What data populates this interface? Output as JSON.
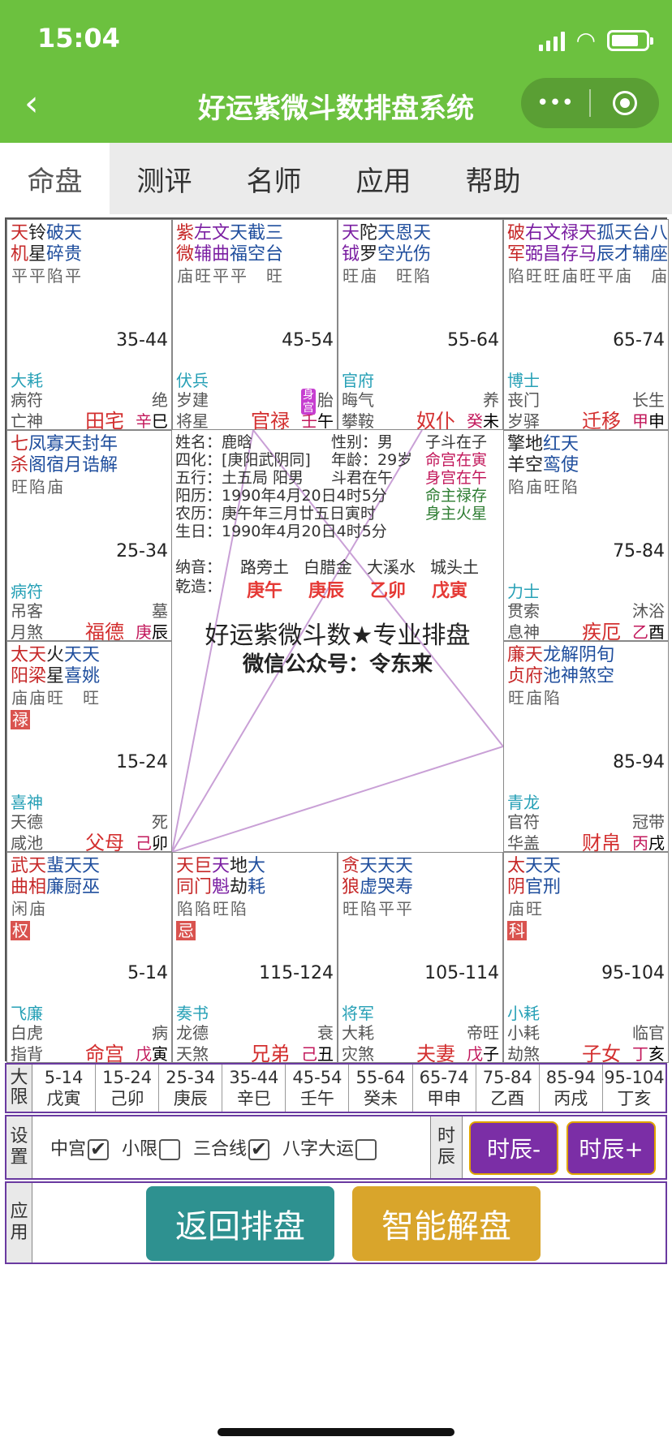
{
  "status": {
    "time": "15:04"
  },
  "nav": {
    "title": "好运紫微斗数排盘系统",
    "more_icon": "more-dots-icon",
    "target_icon": "target-icon"
  },
  "tabs": [
    {
      "label": "命盘"
    },
    {
      "label": "测评"
    },
    {
      "label": "名师"
    },
    {
      "label": "应用"
    },
    {
      "label": "帮助"
    }
  ],
  "palaces": [
    {
      "age": "35-44",
      "god1": "大耗",
      "god2": "病符",
      "god3": "亡神",
      "change": "绝",
      "name": "田宅",
      "stem": "辛",
      "branch": "巳",
      "stars": [
        {
          "t": "天机",
          "b": "平",
          "c": "red"
        },
        {
          "t": "铃星",
          "b": "平",
          "c": "black"
        },
        {
          "t": "破碎",
          "b": "陷",
          "c": "blue"
        },
        {
          "t": "天贵",
          "b": "平",
          "c": "blue"
        }
      ]
    },
    {
      "age": "45-54",
      "god1": "伏兵",
      "god2": "岁建",
      "god3": "将星",
      "change": "胎",
      "name": "官禄",
      "stem": "壬",
      "branch": "午",
      "stars": [
        {
          "t": "紫微",
          "b": "庙",
          "c": "red"
        },
        {
          "t": "左辅",
          "b": "旺",
          "c": "purple"
        },
        {
          "t": "文曲",
          "b": "平",
          "c": "purple"
        },
        {
          "t": "天福",
          "b": "平",
          "c": "blue"
        },
        {
          "t": "截空",
          "b": "",
          "c": "blue"
        },
        {
          "t": "三台",
          "b": "旺",
          "c": "blue"
        }
      ]
    },
    {
      "age": "55-64",
      "god1": "官府",
      "god2": "晦气",
      "god3": "攀鞍",
      "change": "养",
      "name": "奴仆",
      "stem": "癸",
      "branch": "未",
      "stars": [
        {
          "t": "天钺",
          "b": "旺",
          "c": "purple"
        },
        {
          "t": "陀罗",
          "b": "庙",
          "c": "black"
        },
        {
          "t": "天空",
          "b": "",
          "c": "blue"
        },
        {
          "t": "恩光",
          "b": "旺",
          "c": "blue"
        },
        {
          "t": "天伤",
          "b": "陷",
          "c": "blue"
        }
      ]
    },
    {
      "age": "65-74",
      "god1": "博士",
      "god2": "丧门",
      "god3": "岁驿",
      "change": "长生",
      "name": "迁移",
      "stem": "甲",
      "branch": "申",
      "stars": [
        {
          "t": "破军",
          "b": "陷",
          "c": "red"
        },
        {
          "t": "右弼",
          "b": "旺",
          "c": "purple"
        },
        {
          "t": "文昌",
          "b": "旺",
          "c": "purple"
        },
        {
          "t": "禄存",
          "b": "庙",
          "c": "purple"
        },
        {
          "t": "天马",
          "b": "旺",
          "c": "purple"
        },
        {
          "t": "孤辰",
          "b": "平",
          "c": "blue"
        },
        {
          "t": "天才",
          "b": "庙",
          "c": "blue"
        },
        {
          "t": "台辅",
          "b": "",
          "c": "blue"
        },
        {
          "t": "八座",
          "b": "庙",
          "c": "blue"
        }
      ]
    },
    {
      "age": "25-34",
      "god1": "病符",
      "god2": "吊客",
      "god3": "月煞",
      "change": "墓",
      "name": "福德",
      "stem": "庚",
      "branch": "辰",
      "stars": [
        {
          "t": "七杀",
          "b": "旺",
          "c": "red"
        },
        {
          "t": "凤阁",
          "b": "陷",
          "c": "blue"
        },
        {
          "t": "寡宿",
          "b": "庙",
          "c": "blue"
        },
        {
          "t": "天月",
          "b": "",
          "c": "blue"
        },
        {
          "t": "封诰",
          "b": "",
          "c": "blue"
        },
        {
          "t": "年解",
          "b": "",
          "c": "blue"
        }
      ]
    },
    {
      "age": "75-84",
      "god1": "力士",
      "god2": "贯索",
      "god3": "息神",
      "change": "沐浴",
      "name": "疾厄",
      "stem": "乙",
      "branch": "酉",
      "stars": [
        {
          "t": "擎羊",
          "b": "陷",
          "c": "black"
        },
        {
          "t": "地空",
          "b": "庙",
          "c": "black"
        },
        {
          "t": "红鸾",
          "b": "旺",
          "c": "blue"
        },
        {
          "t": "天使",
          "b": "陷",
          "c": "blue"
        }
      ]
    },
    {
      "age": "15-24",
      "god1": "喜神",
      "god2": "天德",
      "god3": "咸池",
      "change": "死",
      "name": "父母",
      "stem": "己",
      "branch": "卯",
      "tag": "禄",
      "stars": [
        {
          "t": "太阳",
          "b": "庙",
          "c": "red"
        },
        {
          "t": "天梁",
          "b": "庙",
          "c": "red"
        },
        {
          "t": "火星",
          "b": "旺",
          "c": "black"
        },
        {
          "t": "天喜",
          "b": "",
          "c": "blue"
        },
        {
          "t": "天姚",
          "b": "旺",
          "c": "blue"
        }
      ]
    },
    {
      "age": "85-94",
      "god1": "青龙",
      "god2": "官符",
      "god3": "华盖",
      "change": "冠带",
      "name": "财帛",
      "stem": "丙",
      "branch": "戌",
      "stars": [
        {
          "t": "廉贞",
          "b": "旺",
          "c": "red"
        },
        {
          "t": "天府",
          "b": "庙",
          "c": "red"
        },
        {
          "t": "龙池",
          "b": "陷",
          "c": "blue"
        },
        {
          "t": "解神",
          "b": "",
          "c": "blue"
        },
        {
          "t": "阴煞",
          "b": "",
          "c": "blue"
        },
        {
          "t": "旬空",
          "b": "",
          "c": "blue"
        }
      ]
    },
    {
      "age": "5-14",
      "god1": "飞廉",
      "god2": "白虎",
      "god3": "指背",
      "change": "病",
      "name": "命宫",
      "stem": "戊",
      "branch": "寅",
      "tag": "权",
      "stars": [
        {
          "t": "武曲",
          "b": "闲",
          "c": "red"
        },
        {
          "t": "天相",
          "b": "庙",
          "c": "red"
        },
        {
          "t": "蜚廉",
          "b": "",
          "c": "blue"
        },
        {
          "t": "天厨",
          "b": "",
          "c": "blue"
        },
        {
          "t": "天巫",
          "b": "",
          "c": "blue"
        }
      ]
    },
    {
      "age": "115-124",
      "god1": "奏书",
      "god2": "龙德",
      "god3": "天煞",
      "change": "衰",
      "name": "兄弟",
      "stem": "己",
      "branch": "丑",
      "tag": "忌",
      "stars": [
        {
          "t": "天同",
          "b": "陷",
          "c": "red"
        },
        {
          "t": "巨门",
          "b": "陷",
          "c": "red"
        },
        {
          "t": "天魁",
          "b": "旺",
          "c": "purple"
        },
        {
          "t": "地劫",
          "b": "陷",
          "c": "black"
        },
        {
          "t": "大耗",
          "b": "",
          "c": "blue"
        }
      ]
    },
    {
      "age": "105-114",
      "god1": "将军",
      "god2": "大耗",
      "god3": "灾煞",
      "change": "帝旺",
      "name": "夫妻",
      "stem": "戊",
      "branch": "子",
      "stars": [
        {
          "t": "贪狼",
          "b": "旺",
          "c": "red"
        },
        {
          "t": "天虚",
          "b": "陷",
          "c": "blue"
        },
        {
          "t": "天哭",
          "b": "平",
          "c": "blue"
        },
        {
          "t": "天寿",
          "b": "平",
          "c": "blue"
        }
      ]
    },
    {
      "age": "95-104",
      "god1": "小耗",
      "god2": "小耗",
      "god3": "劫煞",
      "change": "临官",
      "name": "子女",
      "stem": "丁",
      "branch": "亥",
      "tag": "科",
      "stars": [
        {
          "t": "太阴",
          "b": "庙",
          "c": "red"
        },
        {
          "t": "天官",
          "b": "旺",
          "c": "blue"
        },
        {
          "t": "天刑",
          "b": "",
          "c": "blue"
        }
      ]
    }
  ],
  "guanlu_body_mark": "身宫",
  "center": {
    "rows": [
      "姓名：鹿晗",
      "四化：[庚阳武阴同]",
      "五行：土五局 阳男",
      "阳历：1990年4月20日4时5分",
      "农历：庚午年三月廿五日寅时",
      "生日：1990年4月20日4时5分"
    ],
    "right_rows": [
      {
        "a": "性别：男",
        "b": "子斗在子",
        "bc": "#333"
      },
      {
        "a": "年龄：29岁",
        "b": "命宫在寅",
        "bc": "#c2185b"
      },
      {
        "a": "斗君在午",
        "b": "身宫在午",
        "bc": "#c2185b"
      },
      {
        "a": "",
        "b": "命主禄存",
        "bc": "#2e7d32"
      },
      {
        "a": "",
        "b": "身主火星",
        "bc": "#2e7d32"
      }
    ],
    "nayin_label": "纳音：",
    "nayin": [
      "路旁土",
      "白腊金",
      "大溪水",
      "城头土"
    ],
    "qianzao_label": "乾造：",
    "qianzao": [
      "庚午",
      "庚辰",
      "乙卯",
      "戊寅"
    ],
    "slogan1": "好运紫微斗数★专业排盘",
    "slogan2": "微信公众号：令东来"
  },
  "daxian": {
    "label": [
      "大",
      "限"
    ],
    "items": [
      {
        "range": "5-14",
        "gz": "戊寅"
      },
      {
        "range": "15-24",
        "gz": "己卯"
      },
      {
        "range": "25-34",
        "gz": "庚辰"
      },
      {
        "range": "35-44",
        "gz": "辛巳"
      },
      {
        "range": "45-54",
        "gz": "壬午"
      },
      {
        "range": "55-64",
        "gz": "癸未"
      },
      {
        "range": "65-74",
        "gz": "甲申"
      },
      {
        "range": "75-84",
        "gz": "乙酉"
      },
      {
        "range": "85-94",
        "gz": "丙戌"
      },
      {
        "range": "95-104",
        "gz": "丁亥"
      }
    ]
  },
  "settings": {
    "label": [
      "设",
      "置"
    ],
    "opts": [
      {
        "label": "中宫",
        "checked": true
      },
      {
        "label": "小限",
        "checked": false
      },
      {
        "label": "三合线",
        "checked": true
      },
      {
        "label": "八字大运",
        "checked": false
      }
    ],
    "shichen_label": [
      "时",
      "辰"
    ],
    "minus": "时辰-",
    "plus": "时辰+",
    "btn_color": "#7b2ea6"
  },
  "apply": {
    "label": [
      "应",
      "用"
    ],
    "back": "返回排盘",
    "smart": "智能解盘",
    "back_color": "#2e9190",
    "smart_color": "#d9a52b"
  },
  "colors": {
    "nav": "#6cc13f",
    "red": "#c62828",
    "blue": "#1f4e9d",
    "purple": "#7b1fa2"
  }
}
